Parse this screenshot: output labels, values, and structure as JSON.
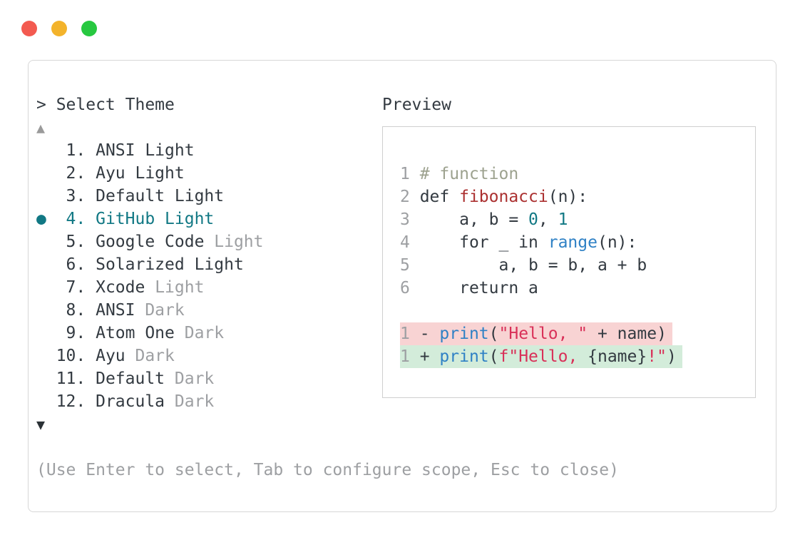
{
  "window": {
    "controls": [
      {
        "name": "close",
        "color": "#f35a50"
      },
      {
        "name": "minimize",
        "color": "#f3b32b"
      },
      {
        "name": "zoom",
        "color": "#27c840"
      }
    ]
  },
  "header": {
    "title": "> Select Theme"
  },
  "icons": {
    "scroll_up": "▲",
    "scroll_down": "▼",
    "selected_bullet": "●"
  },
  "theme_list": {
    "items": [
      {
        "num": "1",
        "label": "ANSI Light",
        "muted": "",
        "selected": false
      },
      {
        "num": "2",
        "label": "Ayu Light",
        "muted": "",
        "selected": false
      },
      {
        "num": "3",
        "label": "Default Light",
        "muted": "",
        "selected": false
      },
      {
        "num": "4",
        "label": "GitHub Light",
        "muted": "",
        "selected": true
      },
      {
        "num": "5",
        "label": "Google Code",
        "muted": "Light",
        "selected": false
      },
      {
        "num": "6",
        "label": "Solarized Light",
        "muted": "",
        "selected": false
      },
      {
        "num": "7",
        "label": "Xcode",
        "muted": "Light",
        "selected": false
      },
      {
        "num": "8",
        "label": "ANSI",
        "muted": "Dark",
        "selected": false
      },
      {
        "num": "9",
        "label": "Atom One",
        "muted": "Dark",
        "selected": false
      },
      {
        "num": "10",
        "label": "Ayu",
        "muted": "Dark",
        "selected": false
      },
      {
        "num": "11",
        "label": "Default",
        "muted": "Dark",
        "selected": false
      },
      {
        "num": "12",
        "label": "Dracula",
        "muted": "Dark",
        "selected": false
      }
    ]
  },
  "preview": {
    "title": "Preview",
    "code_lines": [
      {
        "num": "1",
        "tokens": [
          {
            "t": "# function",
            "c": "comment"
          }
        ]
      },
      {
        "num": "2",
        "tokens": [
          {
            "t": "def ",
            "c": "dark"
          },
          {
            "t": "fibonacci",
            "c": "func"
          },
          {
            "t": "(n):",
            "c": "dark"
          }
        ]
      },
      {
        "num": "3",
        "tokens": [
          {
            "t": "    a, b = ",
            "c": "dark"
          },
          {
            "t": "0",
            "c": "num"
          },
          {
            "t": ", ",
            "c": "dark"
          },
          {
            "t": "1",
            "c": "num"
          }
        ]
      },
      {
        "num": "4",
        "tokens": [
          {
            "t": "    for _ in ",
            "c": "dark"
          },
          {
            "t": "range",
            "c": "blue"
          },
          {
            "t": "(n):",
            "c": "dark"
          }
        ]
      },
      {
        "num": "5",
        "tokens": [
          {
            "t": "        a, b = b, a + b",
            "c": "dark"
          }
        ]
      },
      {
        "num": "6",
        "tokens": [
          {
            "t": "    return a",
            "c": "dark"
          }
        ]
      }
    ],
    "diff_lines": [
      {
        "num": "1",
        "kind": "removed",
        "tokens": [
          {
            "t": "- ",
            "c": "dark"
          },
          {
            "t": "print",
            "c": "blue"
          },
          {
            "t": "(",
            "c": "dark"
          },
          {
            "t": "\"Hello, \"",
            "c": "string"
          },
          {
            "t": " + name)",
            "c": "dark"
          }
        ]
      },
      {
        "num": "1",
        "kind": "added",
        "tokens": [
          {
            "t": "+ ",
            "c": "dark"
          },
          {
            "t": "print",
            "c": "blue"
          },
          {
            "t": "(",
            "c": "dark"
          },
          {
            "t": "f\"Hello, ",
            "c": "string"
          },
          {
            "t": "{name}",
            "c": "dark"
          },
          {
            "t": "!\"",
            "c": "string"
          },
          {
            "t": ")",
            "c": "dark"
          }
        ]
      }
    ]
  },
  "footer": {
    "hint": "(Use Enter to select, Tab to configure scope, Esc to close)"
  },
  "colors": {
    "accent_teal": "#117884",
    "text_dark": "#333a41",
    "text_muted": "#9d9fa2",
    "comment": "#9da28f",
    "function_red": "#ab3030",
    "keyword_blue": "#2f81c5",
    "string_crimson": "#d93058",
    "removed_bg": "#f8d3d3",
    "added_bg": "#d3ecda"
  }
}
